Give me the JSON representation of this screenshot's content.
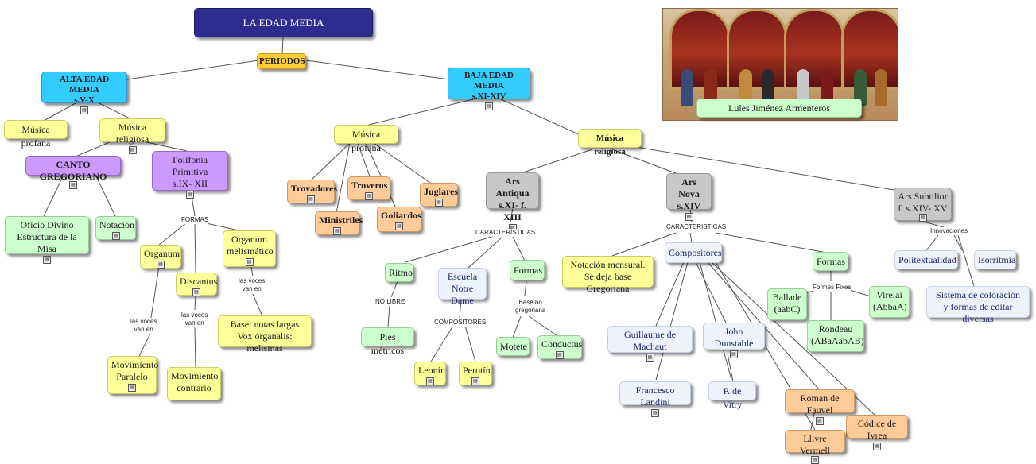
{
  "title": "LA EDAD MEDIA",
  "periodos": "PERIODOS",
  "image_caption": "Lules Jiménez Armenteros",
  "nodes": {
    "alta": "ALTA EDAD MEDIA\ns.V-X",
    "baja": "BAJA EDAD MEDIA\ns.XI-XIV",
    "alta_profana": "Música profana",
    "alta_religiosa": "Música religiosa",
    "canto": "CANTO GREGORIANO",
    "polifonia": "Polifonía Primitiva\ns.IX- XII",
    "oficio": "Oficio Divino\nEstructura de la Misa",
    "notacion": "Notación",
    "organum": "Organum",
    "organum_mel": "Organum\nmelismático",
    "discantus": "Discantus",
    "base_notas": "Base: notas largas\nVox organalis: melismas",
    "mov_paralelo": "Movimiento\nParalelo",
    "mov_contrario": "Movimiento\ncontrario",
    "baja_profana": "Música profana",
    "trovadores": "Trovadores",
    "troveros": "Troveros",
    "juglares": "Juglares",
    "ministriles": "Ministriles",
    "goliardos": "Goliardos",
    "baja_religiosa": "Música religiosa",
    "ars_antiqua": "Ars Antiqua\ns.XI- f. XIII",
    "ars_nova": "Ars Nova\ns.XIV",
    "ars_subtilior": "Ars Subtilior\nf. s.XIV- XV",
    "ritmo": "Ritmo",
    "escuela": "Escuela\nNotre Dame",
    "formas_aa": "Formas",
    "pies": "Pies métricos",
    "leonin": "Leonín",
    "perotin": "Perotín",
    "motete": "Motete",
    "conductus": "Conductus",
    "notacion_mensural": "Notación mensural.\nSe deja base Gregoriana",
    "compositores": "Compositores",
    "formas_an": "Formas",
    "machaut": "Guillaume de Machaut",
    "dunstable": "John Dunstable",
    "landini": "Francesco Landini",
    "vitry": "P. de Vitry",
    "roman": "Roman de Fauvel",
    "codice": "Códice de Ivrea",
    "llivre": "Llivre Vermell",
    "ballade": "Ballade\n(aabC)",
    "virelai": "Virelai\n(AbbaA)",
    "rondeau": "Rondeau\n(ABaAabAB)",
    "politextualidad": "Politextualidad",
    "isorritmia": "Isorritmia",
    "sistema": "Sistema de coloración\ny formas de editar diversas"
  },
  "labels": {
    "formas": "FORMAS",
    "voces1": "las voces\nvan en",
    "voces2": "las voces\nvan en",
    "voces3": "las voces\nvan en",
    "caracteristicas_aa": "CARACTERÍSTICAS",
    "no_libre": "NO LIBRE",
    "compositores_lbl": "COMPOSITORES",
    "base_no": "Base no\ngregoriana",
    "caracteristicas_an": "CARACTERISTICAS",
    "formes_fixes": "Formes Fixes",
    "innovaciones": "Innovaciones"
  },
  "icon": "concept-resource-icon",
  "colors": {
    "yellow": "#ffff99",
    "green": "#ccffcc",
    "orange": "#ffcc99",
    "purple": "#cc99ff",
    "cyan": "#33ccff",
    "gray": "#c8c8c8",
    "navy": "#2d2d8f",
    "gold": "#ffcc33"
  }
}
